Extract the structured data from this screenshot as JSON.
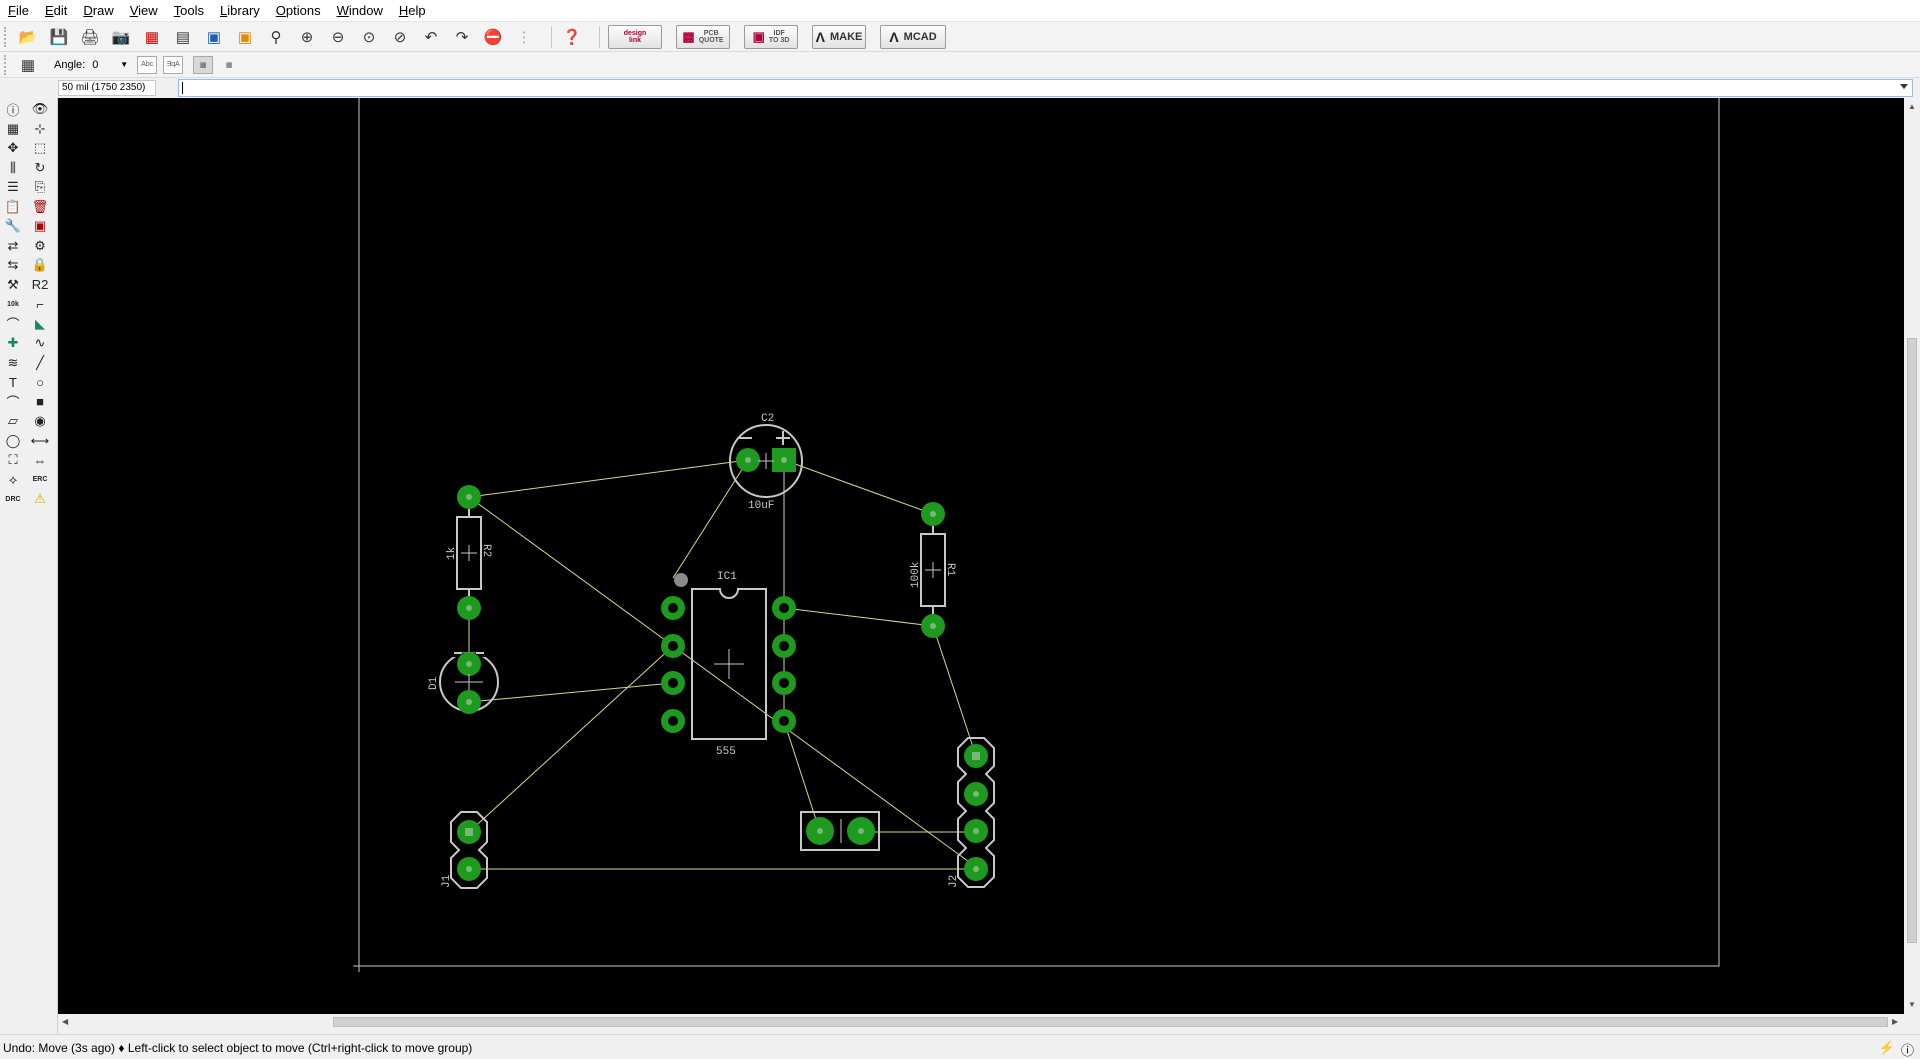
{
  "menu": [
    "File",
    "Edit",
    "Draw",
    "View",
    "Tools",
    "Library",
    "Options",
    "Window",
    "Help"
  ],
  "toolbar": {
    "icons": [
      "open-icon",
      "save-icon",
      "print-icon",
      "cam-icon",
      "schematic-icon",
      "library-manager-icon",
      "brd-switch-icon",
      "ulp-icon",
      "zoom-fit-icon",
      "zoom-in-icon",
      "zoom-out-icon",
      "zoom-select-icon",
      "zoom-last-icon",
      "undo-icon",
      "redo-icon",
      "stop-icon",
      "go-icon",
      "help-icon"
    ],
    "design_link": {
      "line1": "design",
      "line2": "link"
    },
    "pcb_quote": {
      "line1": "PCB",
      "line2": "QUOTE"
    },
    "idf_to_3d": {
      "line1": "IDF",
      "line2": "TO 3D"
    },
    "make_label": "MAKE",
    "mcad_label": "MCAD"
  },
  "params": {
    "angle_label": "Angle:",
    "angle_value": "0",
    "text_style_label": "Abc",
    "text_style2_label": "ƎqA"
  },
  "command": {
    "coordinates": "50 mil (1750 2350)",
    "input_value": ""
  },
  "left_tools": [
    "info-icon",
    "show-icon",
    "display-layers-icon",
    "mark-icon",
    "move-icon",
    "group-move-icon",
    "mirror-icon",
    "rotate-icon",
    "align-icon",
    "copy-icon",
    "paste-icon",
    "delete-icon",
    "properties-icon",
    "add-icon",
    "replace-icon",
    "change-icon",
    "optimize-icon",
    "lock-icon",
    "smash-icon",
    "name-icon",
    "value-icon",
    "split-icon",
    "miter-icon",
    "route-icon",
    "ripup-icon",
    "meander-icon",
    "bus-icon",
    "line-icon",
    "text-icon",
    "circle-icon",
    "arc-icon",
    "rect-icon",
    "polygon-icon",
    "via-icon",
    "hole-icon",
    "ratsnest-icon",
    "autorouter-icon",
    "dimension-icon",
    "attribute-icon",
    "erc-icon",
    "drc-icon",
    "errors-icon"
  ],
  "board": {
    "components": [
      {
        "name": "C2",
        "value": "10uF"
      },
      {
        "name": "R2",
        "value": "1k"
      },
      {
        "name": "R1",
        "value": "100k"
      },
      {
        "name": "IC1",
        "value": "555"
      },
      {
        "name": "D1",
        "value": ""
      },
      {
        "name": "J1",
        "value": ""
      },
      {
        "name": "J2",
        "value": ""
      }
    ],
    "colors": {
      "background": "#000000",
      "pad": "#1e9b1e",
      "outline": "#c8c8c8",
      "airwire": "#d8d890"
    }
  },
  "status": {
    "message": "Undo: Move (3s ago)  ♦ Left-click to select object to move (Ctrl+right-click to move group)"
  }
}
